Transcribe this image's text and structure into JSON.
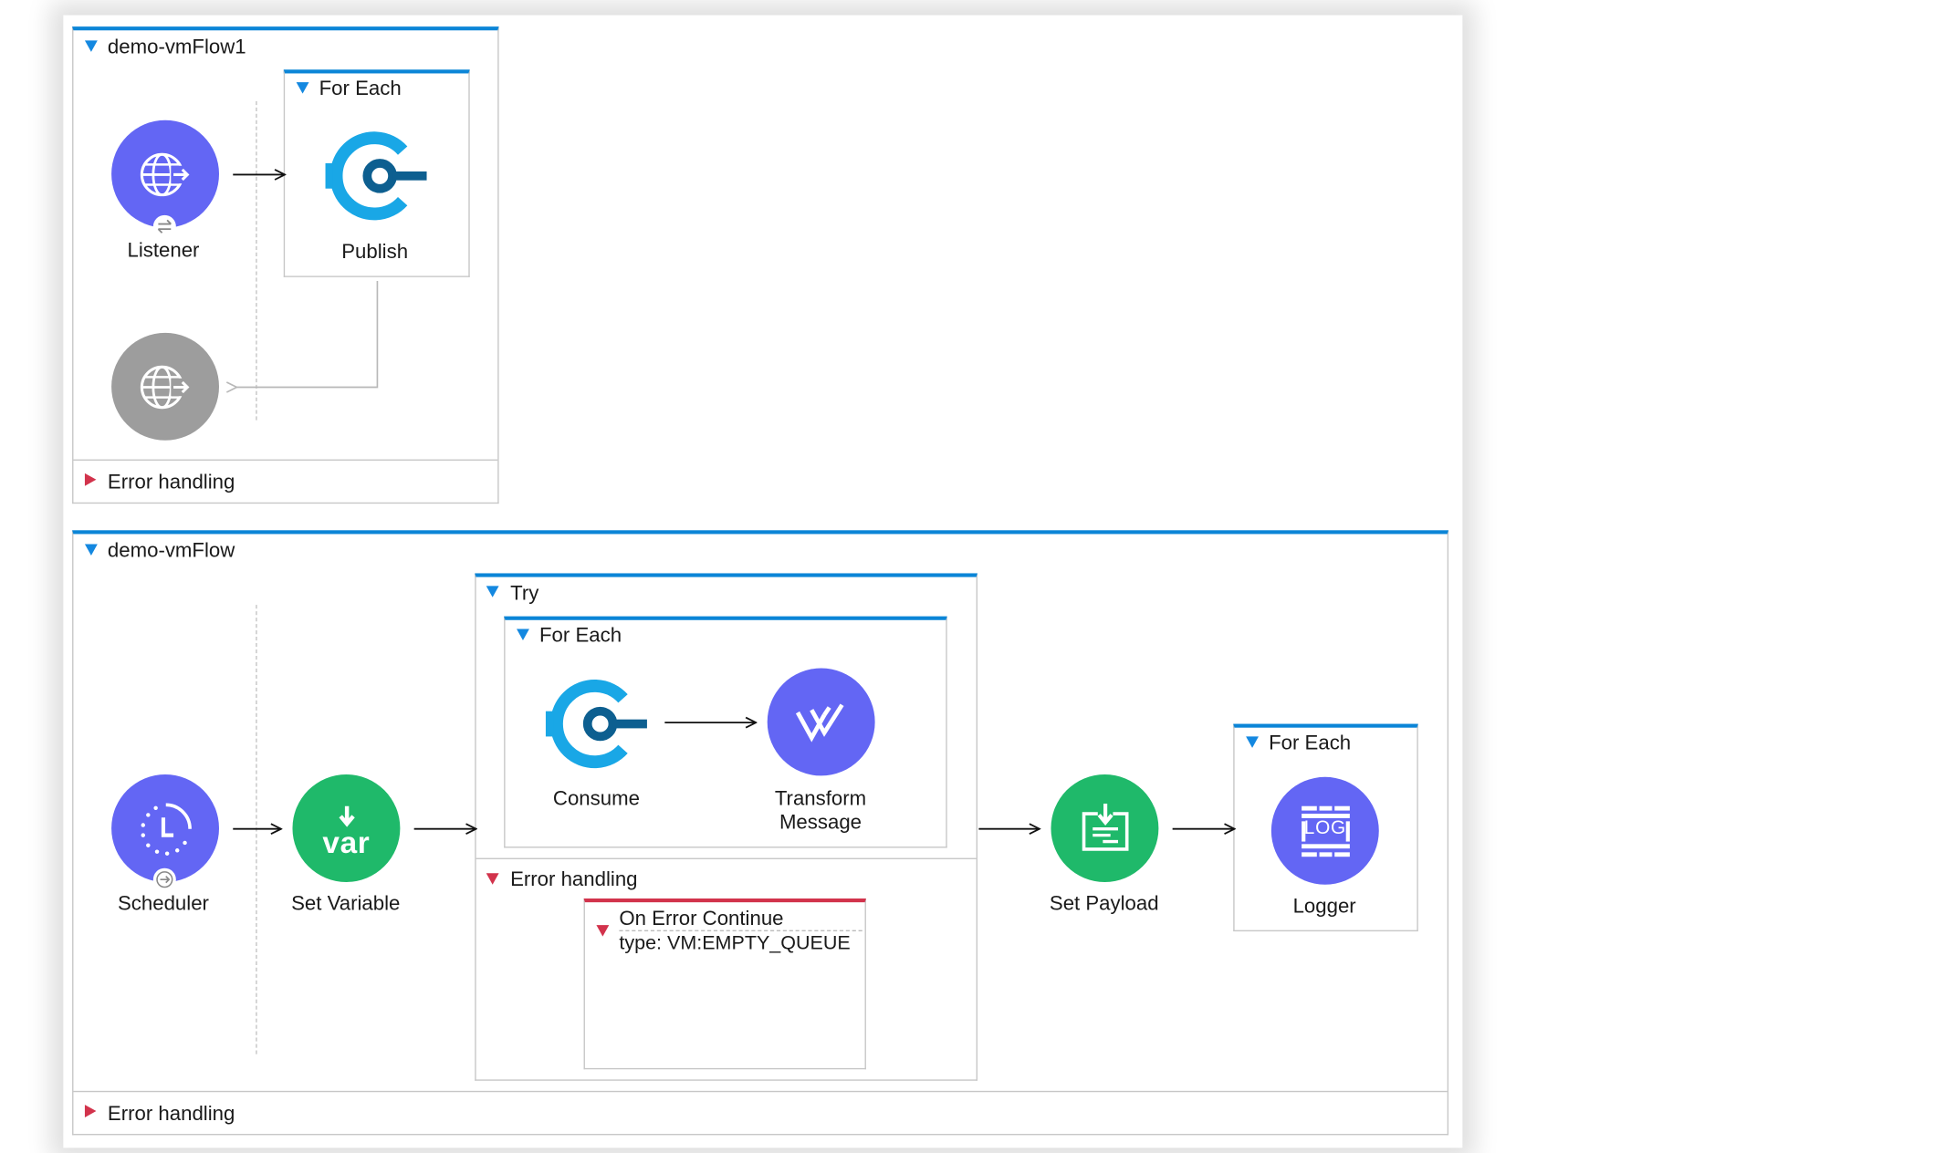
{
  "flows": {
    "flow1": {
      "title": "demo-vmFlow1",
      "for_each_title": "For Each",
      "listener_label": "Listener",
      "publish_label": "Publish",
      "error_handling_label": "Error handling"
    },
    "flow2": {
      "title": "demo-vmFlow",
      "scheduler_label": "Scheduler",
      "set_variable_label": "Set Variable",
      "set_variable_glyph": "var",
      "try_title": "Try",
      "inner_for_each_title": "For Each",
      "consume_label": "Consume",
      "transform_label_line1": "Transform",
      "transform_label_line2": "Message",
      "try_error_handling_label": "Error handling",
      "on_error_line1": "On Error Continue",
      "on_error_line2": "type: VM:EMPTY_QUEUE",
      "set_payload_label": "Set Payload",
      "outer_for_each_title": "For Each",
      "logger_label": "Logger",
      "logger_glyph": "LOG",
      "error_handling_label": "Error handling"
    }
  },
  "colors": {
    "connector_purple": "#6366f4",
    "core_green": "#1fb96a",
    "vm_blue_light": "#19a7e6",
    "vm_blue_dark": "#0d5f90",
    "disabled_gray": "#9d9d9d",
    "scope_blue": "#0b85d7",
    "error_red": "#d2334c"
  },
  "icons": {
    "listener": "globe-arrow-icon",
    "response": "globe-arrow-icon",
    "publish": "vm-connector-icon",
    "scheduler": "clock-icon",
    "set_variable": "var-icon",
    "consume": "vm-connector-icon",
    "transform": "dataweave-icon",
    "set_payload": "payload-icon",
    "logger": "log-icon"
  }
}
